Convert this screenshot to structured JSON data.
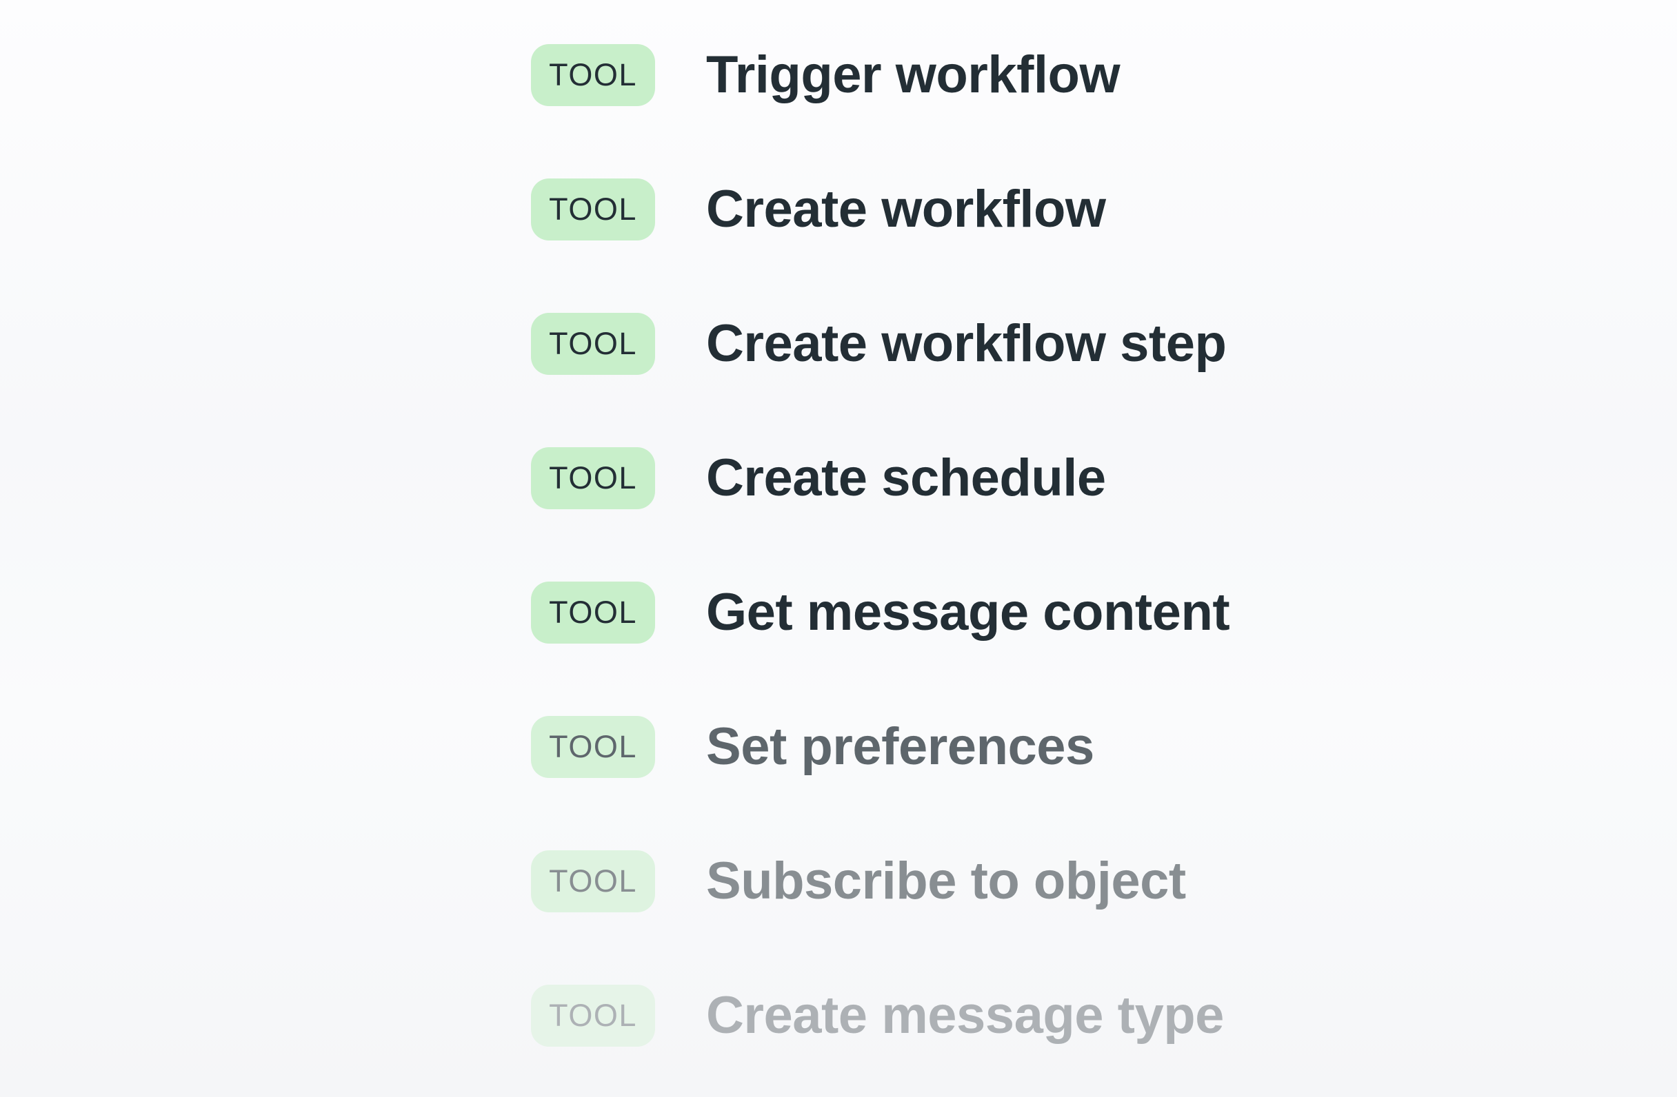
{
  "page": {
    "background_top": "#fdfdfe",
    "background_bottom": "#f5f6f8"
  },
  "colors": {
    "badge_background": "#c8efca",
    "badge_text": "#232e35",
    "label_text": "#232e35"
  },
  "tools": {
    "items": [
      {
        "badge_label": "TOOL",
        "label": "Trigger workflow",
        "opacity": 1
      },
      {
        "badge_label": "TOOL",
        "label": "Create workflow",
        "opacity": 1
      },
      {
        "badge_label": "TOOL",
        "label": "Create workflow step",
        "opacity": 1
      },
      {
        "badge_label": "TOOL",
        "label": "Create schedule",
        "opacity": 1
      },
      {
        "badge_label": "TOOL",
        "label": "Get message content",
        "opacity": 1
      },
      {
        "badge_label": "TOOL",
        "label": "Set preferences",
        "opacity": 0.72
      },
      {
        "badge_label": "TOOL",
        "label": "Subscribe to object",
        "opacity": 0.52
      },
      {
        "badge_label": "TOOL",
        "label": "Create message type",
        "opacity": 0.34
      }
    ]
  }
}
